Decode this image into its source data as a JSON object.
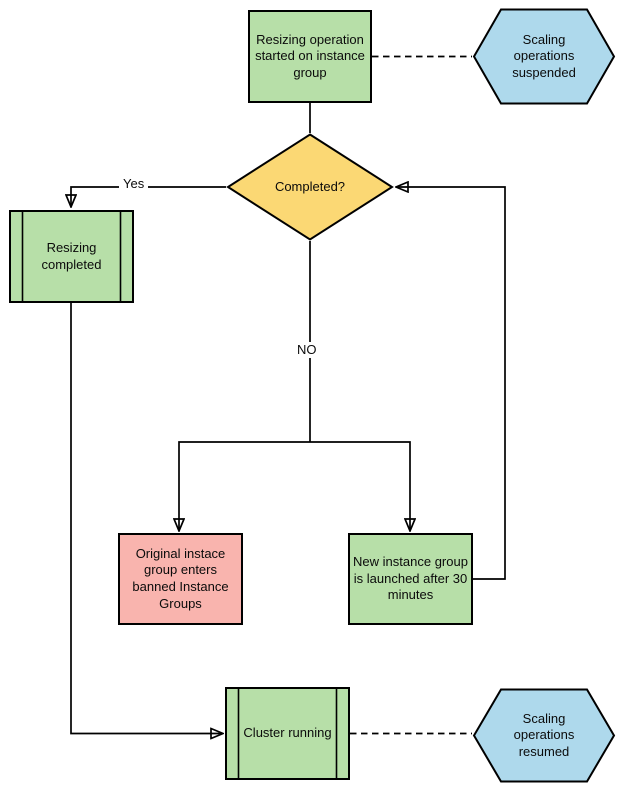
{
  "diagram": {
    "background": "#ffffff",
    "stroke_color": "#000000",
    "nodes": {
      "resizing_started": {
        "label": "Resizing operation started on instance group",
        "shape": "process",
        "fill": "#b7dfa8"
      },
      "scaling_suspended": {
        "label": "Scaling operations suspended",
        "shape": "hexagon",
        "fill": "#aed9ec"
      },
      "completed": {
        "label": "Completed?",
        "shape": "decision",
        "fill": "#fbd874"
      },
      "resizing_completed": {
        "label": "Resizing completed",
        "shape": "predefined-process",
        "fill": "#b7dfa8"
      },
      "banned_group": {
        "label": "Original instace group enters banned Instance Groups",
        "shape": "process",
        "fill": "#f9b4ae"
      },
      "new_group": {
        "label": "New instance group is launched after 30 minutes",
        "shape": "process",
        "fill": "#b7dfa8"
      },
      "cluster_running": {
        "label": "Cluster running",
        "shape": "predefined-process",
        "fill": "#b7dfa8"
      },
      "scaling_resumed": {
        "label": "Scaling operations resumed",
        "shape": "hexagon",
        "fill": "#aed9ec"
      }
    },
    "edges": {
      "yes_label": "Yes",
      "no_label": "NO"
    }
  }
}
